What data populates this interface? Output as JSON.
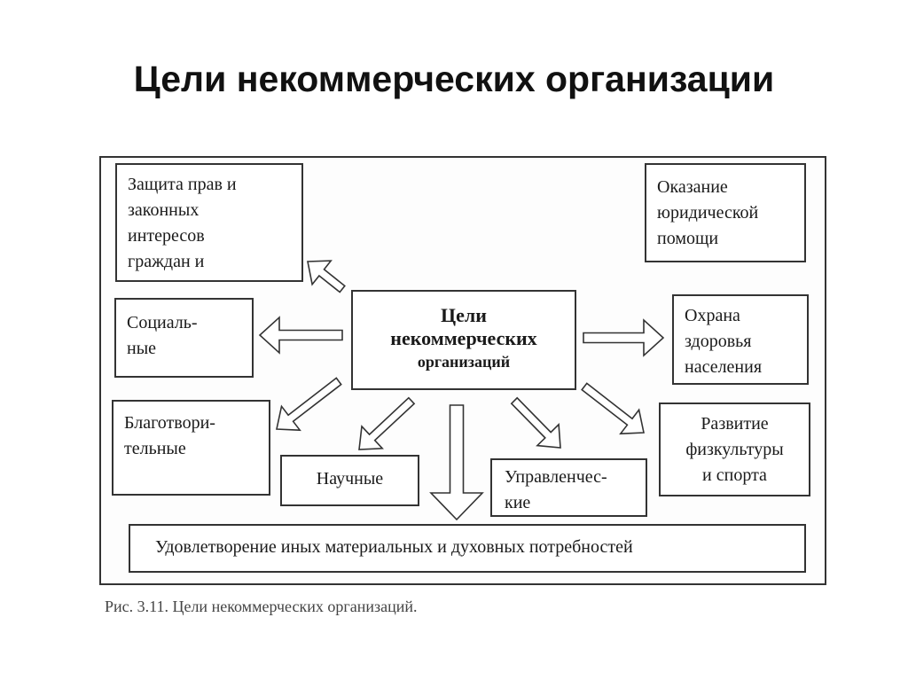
{
  "slide": {
    "title": "Цели некоммерческих организации"
  },
  "chart_data": {
    "type": "diagram",
    "nodes": {
      "center": {
        "lines": [
          "Цели",
          "некоммерческих",
          "организаций"
        ]
      },
      "protection": {
        "lines": [
          "Защита прав и",
          "законных",
          "интересов",
          "граждан и"
        ]
      },
      "social": {
        "lines": [
          "Социаль-",
          "ные"
        ]
      },
      "charity": {
        "lines": [
          "Благотвори-",
          "тельные"
        ]
      },
      "scientific": {
        "lines": [
          "Научные"
        ]
      },
      "management": {
        "lines": [
          "Управленчес-",
          "кие"
        ]
      },
      "legal": {
        "lines": [
          "Оказание",
          "юридической",
          "помощи"
        ]
      },
      "health": {
        "lines": [
          "Охрана",
          "здоровья",
          "населения"
        ]
      },
      "sport": {
        "lines": [
          "Развитие",
          "физкультуры",
          "и спорта"
        ]
      },
      "other_needs": {
        "lines": [
          "Удовлетворение иных материальных и духовных потребностей"
        ]
      }
    },
    "edges": [
      {
        "from": "center",
        "to": "protection"
      },
      {
        "from": "center",
        "to": "social"
      },
      {
        "from": "center",
        "to": "charity"
      },
      {
        "from": "center",
        "to": "scientific"
      },
      {
        "from": "center",
        "to": "other_needs"
      },
      {
        "from": "center",
        "to": "management"
      },
      {
        "from": "center",
        "to": "health"
      },
      {
        "from": "center",
        "to": "sport"
      }
    ]
  },
  "caption": "Рис. 3.11. Цели некоммерческих организаций."
}
